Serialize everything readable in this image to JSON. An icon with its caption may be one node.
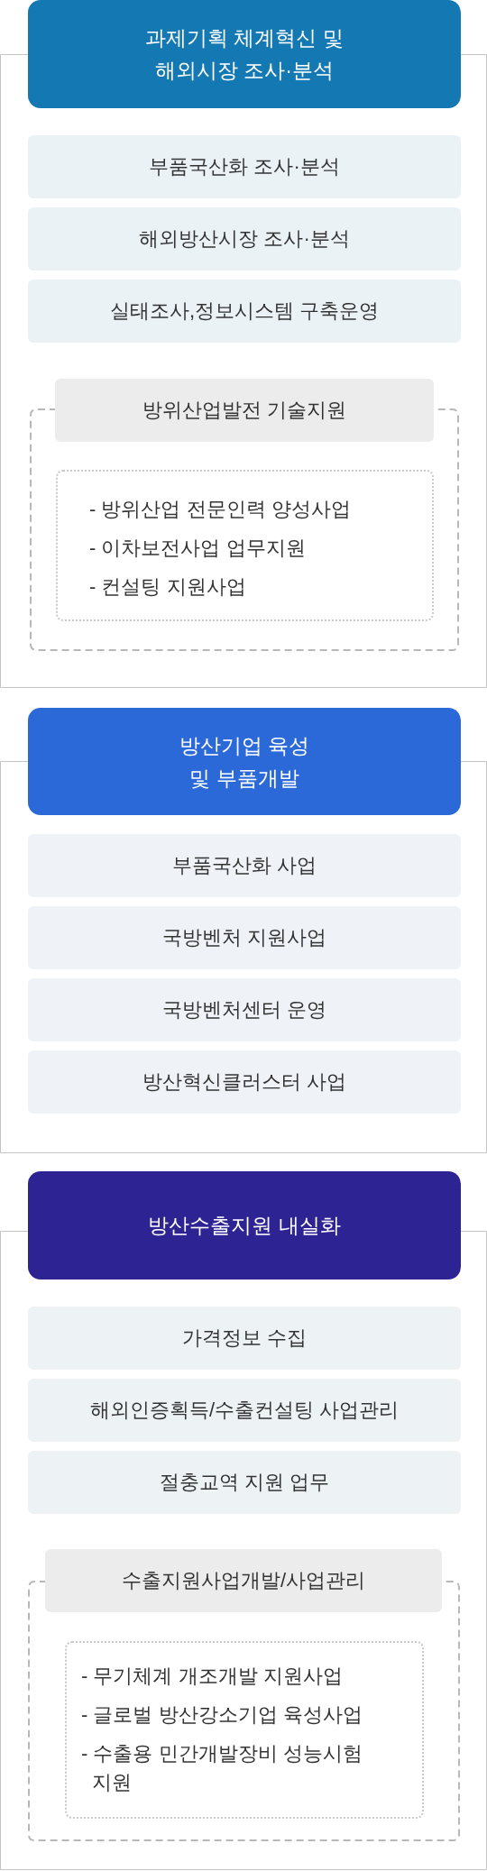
{
  "diagram": {
    "nodes": [
      {
        "text": [
          "과제기획 체계혁신 및 해외시장 조사·분석"
        ]
      },
      {
        "text": [
          "부품국산화 조사·분석"
        ],
        "in": 0
      },
      {
        "text": [
          "해외방산시장 조사·분석"
        ],
        "in": 0
      },
      {
        "text": [
          "실태조사,정보시스템 구축운영"
        ],
        "in": 0
      },
      {
        "text": [
          "방위산업발전 기술지원"
        ],
        "in": 0
      },
      {
        "text": [
          "- 방위산업 전문인력 양성사업",
          "- 이차보전사업 업무지원",
          "- 컨설팅 지원사업"
        ],
        "in": 4
      },
      {
        "text": [
          "방산기업 육성 및 부품개발"
        ]
      },
      {
        "text": [
          "부품국산화 사업"
        ],
        "in": 6
      },
      {
        "text": [
          "국방벤처 지원사업"
        ],
        "in": 6
      },
      {
        "text": [
          "국방벤처센터 운영"
        ],
        "in": 6
      },
      {
        "text": [
          "방산혁신클러스터 사업"
        ],
        "in": 6
      },
      {
        "text": [
          "방산수출지원 내실화"
        ]
      },
      {
        "text": [
          "가격정보 수집"
        ],
        "in": 11
      },
      {
        "text": [
          "해외인증획득/수출컨설팅 사업관리"
        ],
        "in": 11
      },
      {
        "text": [
          "절충교역 지원 업무"
        ],
        "in": 11
      },
      {
        "text": [
          "수출지원사업개발/사업관리"
        ],
        "in": 11
      },
      {
        "text": [
          "- 무기체계 개조개발 지원사업",
          "- 글로벌 방산강소기업 육성사업",
          "- 수출용 민간개발장비 성능시험 지원"
        ],
        "in": 15
      }
    ]
  }
}
